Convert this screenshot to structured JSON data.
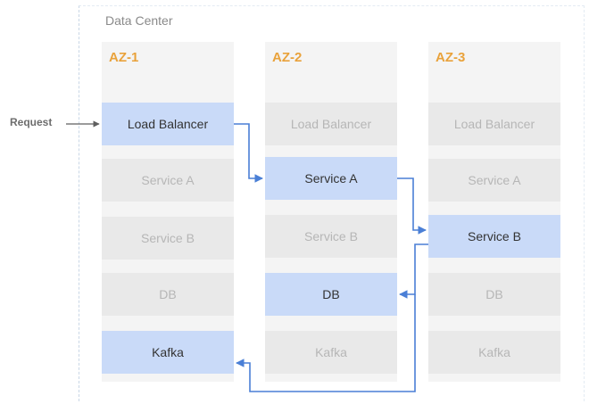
{
  "datacenter": {
    "title": "Data Center"
  },
  "request": {
    "label": "Request"
  },
  "zones": [
    {
      "label": "AZ-1",
      "boxes": [
        {
          "label": "Load Balancer",
          "active": true
        },
        {
          "label": "Service A",
          "active": false
        },
        {
          "label": "Service B",
          "active": false
        },
        {
          "label": "DB",
          "active": false
        },
        {
          "label": "Kafka",
          "active": true
        }
      ]
    },
    {
      "label": "AZ-2",
      "boxes": [
        {
          "label": "Load Balancer",
          "active": false
        },
        {
          "label": "Service A",
          "active": true
        },
        {
          "label": "Service B",
          "active": false
        },
        {
          "label": "DB",
          "active": true
        },
        {
          "label": "Kafka",
          "active": false
        }
      ]
    },
    {
      "label": "AZ-3",
      "boxes": [
        {
          "label": "Load Balancer",
          "active": false
        },
        {
          "label": "Service A",
          "active": false
        },
        {
          "label": "Service B",
          "active": true
        },
        {
          "label": "DB",
          "active": false
        },
        {
          "label": "Kafka",
          "active": false
        }
      ]
    }
  ],
  "colors": {
    "active_box": "#c9daf8",
    "inactive_box": "#e9e9e9",
    "column": "#f4f4f4",
    "az_label": "#e9a23b",
    "connector": "#4a7fd6",
    "request_arrow": "#5f5f5f"
  }
}
